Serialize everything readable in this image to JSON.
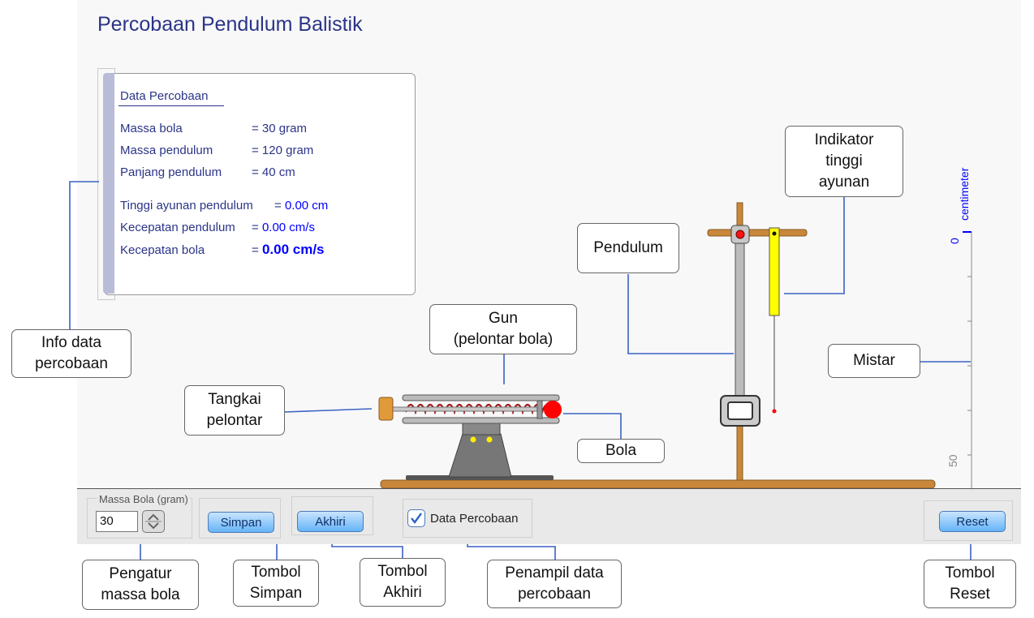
{
  "title": "Percobaan Pendulum Balistik",
  "panel": {
    "heading": "Data Percobaan",
    "rows": [
      {
        "label": "Massa bola",
        "eq": "= 30 gram",
        "num": ""
      },
      {
        "label": "Massa pendulum",
        "eq": "= 120 gram",
        "num": ""
      },
      {
        "label": "Panjang pendulum",
        "eq": "= 40 cm",
        "num": ""
      },
      {
        "label": "Tinggi ayunan pendulum",
        "eq": "= ",
        "num": "0.00 cm"
      },
      {
        "label": "Kecepatan pendulum",
        "eq": "= ",
        "num": "0.00 cm/s"
      },
      {
        "label": "Kecepatan bola",
        "eq": "= ",
        "num": "0.00 cm/s"
      }
    ]
  },
  "ruler": {
    "unit": "centimeter",
    "tick_top": "0",
    "tick_bottom": "50"
  },
  "toolbar": {
    "massa_label": "Massa Bola (gram)",
    "massa_value": "30",
    "simpan": "Simpan",
    "akhiri": "Akhiri",
    "data_checkbox": "Data Percobaan",
    "data_checked": true,
    "reset": "Reset"
  },
  "callouts": {
    "info": "Info data\npercobaan",
    "indikator": "Indikator\ntinggi\nayunan",
    "pendulum": "Pendulum",
    "gun": "Gun\n(pelontar bola)",
    "tangkai": "Tangkai\npelontar",
    "bola": "Bola",
    "mistar": "Mistar",
    "pengatur": "Pengatur\nmassa bola",
    "tombol_simpan": "Tombol\nSimpan",
    "tombol_akhiri": "Tombol\nAkhiri",
    "penampil": "Penampil data\npercobaan",
    "tombol_reset": "Tombol\nReset"
  },
  "colors": {
    "accent": "#2b3488",
    "value_blue": "#0000ff",
    "ball": "#ff0000",
    "wood": "#c8873a",
    "indicator": "#ffff00"
  }
}
